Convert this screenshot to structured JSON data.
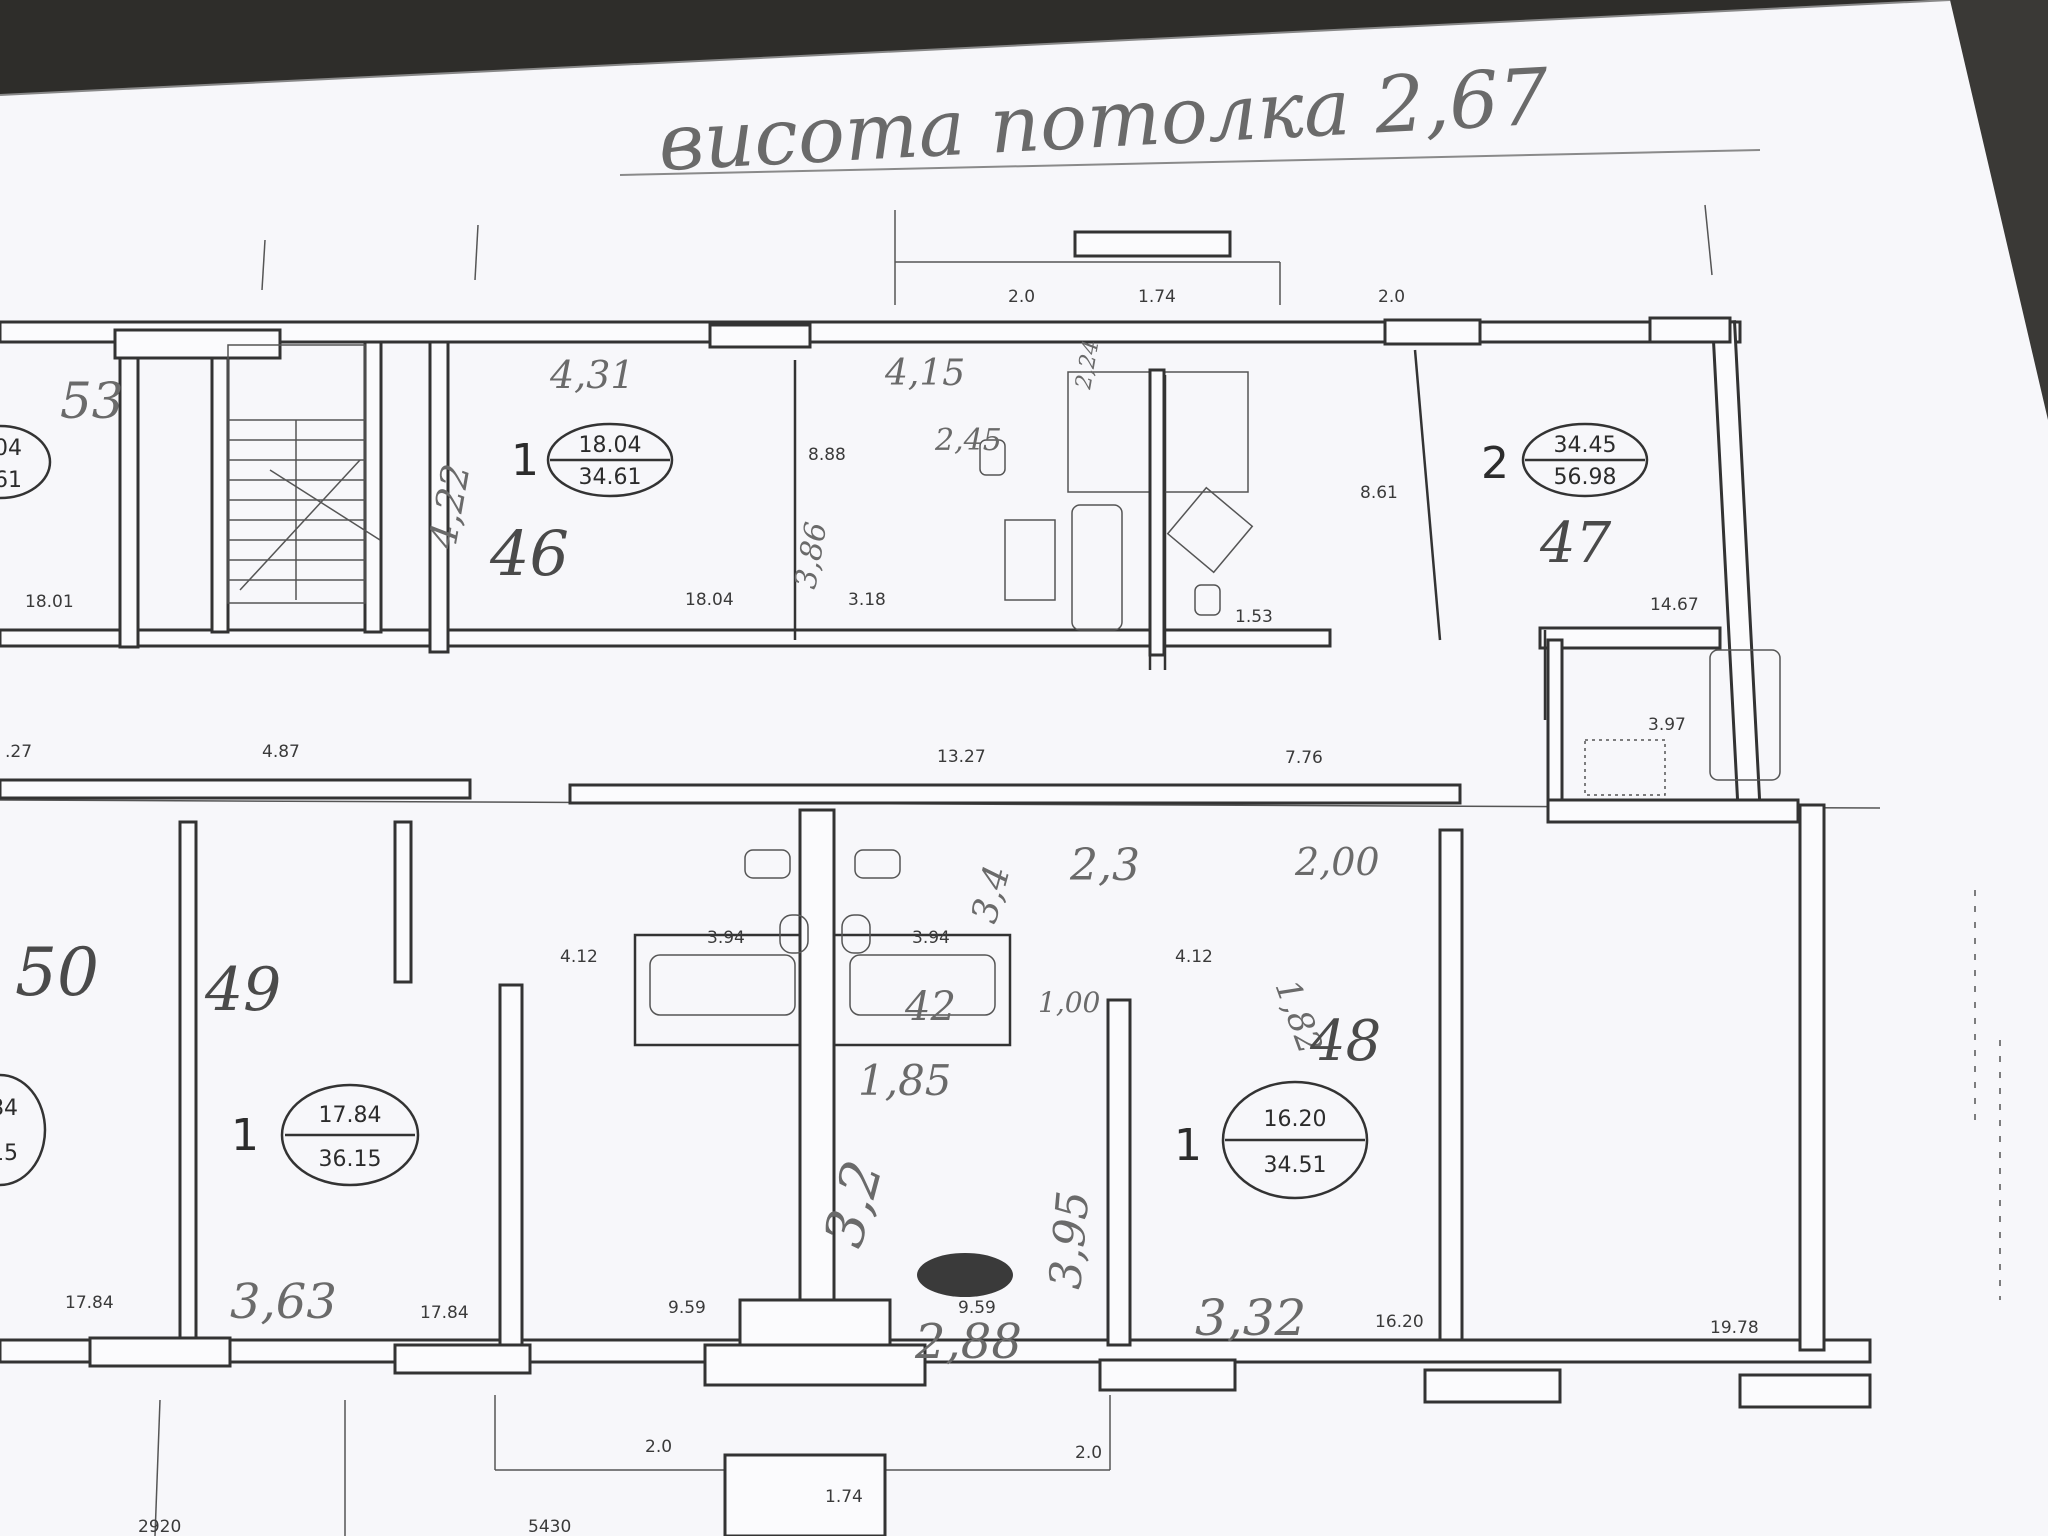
{
  "header": {
    "ceiling_note": "висота потолка 2,67"
  },
  "apartments": [
    {
      "rooms": "1",
      "living": "18.04",
      "total": "34.61"
    },
    {
      "rooms": "2",
      "living": "34.45",
      "total": "56.98"
    },
    {
      "rooms": "1",
      "living": "17.84",
      "total": "36.15"
    },
    {
      "rooms": "1",
      "living": "16.20",
      "total": "34.51"
    },
    {
      "living": "04",
      "total": "61"
    },
    {
      "living": "84",
      "total": "15"
    }
  ],
  "printed_dims": {
    "d01": "2.0",
    "d02": "1.74",
    "d03": "2.0",
    "d04": "8.88",
    "d05": "3.18",
    "d06": "18.04",
    "d07": "18.01",
    "d08": "8.61",
    "d09": "1.53",
    "d10": "14.67",
    "d11": "3.97",
    "d12": ".27",
    "d13": "4.87",
    "d14": "13.27",
    "d15": "7.76",
    "d16": "4.12",
    "d17": "3.94",
    "d18": "3.94",
    "d19": "4.12",
    "d20": "17.84",
    "d21": "17.84",
    "d22": "9.59",
    "d23": "9.59",
    "d24": "16.20",
    "d25": "19.78",
    "d26": "2.0",
    "d27": "1.74",
    "d28": "2.0",
    "d29": "2920",
    "d30": "5430"
  },
  "handwritten": {
    "h01": "53",
    "h02": "4,31",
    "h03": "4,22",
    "h04": "46",
    "h05": "4,15",
    "h06": "2,45",
    "h07": "2,24",
    "h08": "3,86",
    "h09": "47",
    "h10": "2,3",
    "h11": "2,00",
    "h12": "1,82",
    "h13": "3,4",
    "h14": "50",
    "h15": "49",
    "h16": "1,85",
    "h17": "3,2",
    "h18": "3,95",
    "h19": "48",
    "h20": "42",
    "h21": "1,00",
    "h22": "3,63",
    "h23": "3,32",
    "h24": "2,88"
  }
}
